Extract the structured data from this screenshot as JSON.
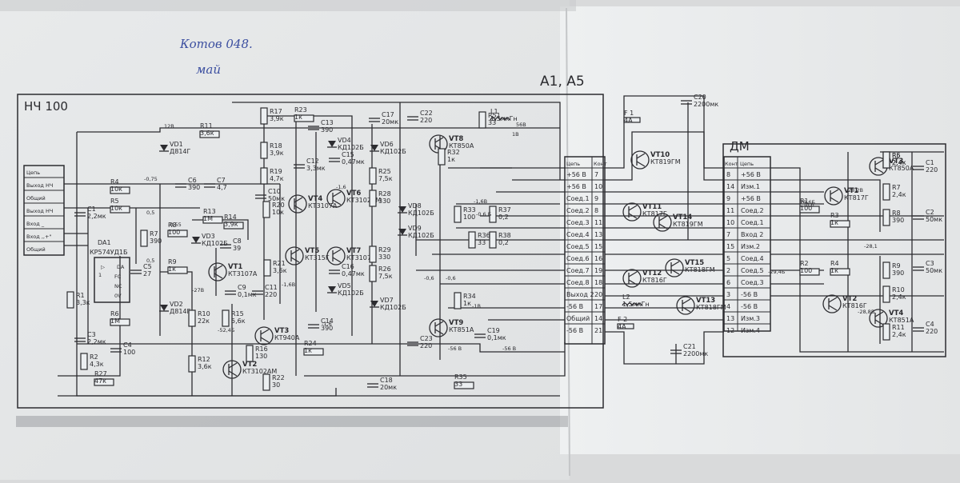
{
  "handwriting": {
    "line1": "Котов  048.",
    "line2": "май"
  },
  "block_title": "НЧ 100",
  "section_a": "A1, A5",
  "section_dm": "ДМ",
  "input_connector": {
    "labels": [
      "Цепь",
      "Выход НЧ",
      "Общий",
      "Выход НЧ",
      "Вход _",
      "Вход ,,+\"",
      "Общий"
    ]
  },
  "main_connector": {
    "header": [
      "Цепь",
      "Конт"
    ],
    "rows": [
      [
        "+56 В",
        "7"
      ],
      [
        "+56 В",
        "10"
      ],
      [
        "Соед.1",
        "9"
      ],
      [
        "Соед.2",
        "8"
      ],
      [
        "Соед.3",
        "11"
      ],
      [
        "Соед.4",
        "13"
      ],
      [
        "Соед.5",
        "15"
      ],
      [
        "Соед.6",
        "16"
      ],
      [
        "Соед.7",
        "19"
      ],
      [
        "Соед.8",
        "18"
      ],
      [
        "Выход 2",
        "20"
      ],
      [
        "-56 В",
        "17"
      ],
      [
        "Общий",
        "14"
      ],
      [
        "-56 В",
        "21"
      ]
    ]
  },
  "dm_connector": {
    "header": [
      "Конт",
      "Цепь"
    ],
    "rows": [
      [
        "8",
        "+56 В"
      ],
      [
        "14",
        "Изм.1"
      ],
      [
        "9",
        "+56 В"
      ],
      [
        "11",
        "Соед.2"
      ],
      [
        "10",
        "Соед.1"
      ],
      [
        "7",
        "Вход 2"
      ],
      [
        "15",
        "Изм.2"
      ],
      [
        "5",
        "Соед.4"
      ],
      [
        "2",
        "Соед.5"
      ],
      [
        "6",
        "Соед.3"
      ],
      [
        "3",
        "-56 В"
      ],
      [
        "4",
        "-56 В"
      ],
      [
        "13",
        "Изм.3"
      ],
      [
        "12",
        "Изм.4"
      ]
    ]
  },
  "components": {
    "DA1": [
      "DA1",
      "КР574УД1Б"
    ],
    "VD1": [
      "VD1",
      "Д814Г"
    ],
    "VD2": [
      "VD2",
      "Д814Г"
    ],
    "VD3": [
      "VD3",
      "КД102Б"
    ],
    "VD4": [
      "VD4",
      "КД102Б"
    ],
    "VD5": [
      "VD5",
      "КД102Б"
    ],
    "VD6": [
      "VD6",
      "КД102Б"
    ],
    "VD7": [
      "VD7",
      "КД102Б"
    ],
    "VD8": [
      "VD8",
      "КД102Б"
    ],
    "VD9": [
      "VD9",
      "КД102Б"
    ],
    "VT1": [
      "VT1",
      "КТ3107А"
    ],
    "VT2": [
      "VT2",
      "КТ3102АМ"
    ],
    "VT3": [
      "VT3",
      "КТ940А"
    ],
    "VT4": [
      "VT4",
      "КТ3107А"
    ],
    "VT5": [
      "VT5",
      "КТ315Г"
    ],
    "VT6": [
      "VT6",
      "КТ3102АМ"
    ],
    "VT7": [
      "VT7",
      "КТ3107А"
    ],
    "VT8": [
      "VT8",
      "КТ850А"
    ],
    "VT9": [
      "VT9",
      "КТ851А"
    ],
    "VT10": [
      "VT10",
      "КТ819ГМ"
    ],
    "VT11": [
      "VT11",
      "КТ817Г"
    ],
    "VT12": [
      "VT12",
      "КТ816Г"
    ],
    "VT13": [
      "VT13",
      "КТ818ГМ"
    ],
    "VT14": [
      "VT14",
      "КТ819ГМ"
    ],
    "VT15": [
      "VT15",
      "КТ818ГМ"
    ],
    "DM_VT1": [
      "VT1",
      "КТ817Г"
    ],
    "DM_VT2": [
      "VT2",
      "КТ816Г"
    ],
    "DM_VT3": [
      "VT3",
      "КТ850А"
    ],
    "DM_VT4": [
      "VT4",
      "КТ851А"
    ],
    "R1": [
      "R1",
      "3,3к"
    ],
    "R2": [
      "R2",
      "4,3к"
    ],
    "R3": [
      "R3",
      ""
    ],
    "R4": [
      "R4",
      "10к"
    ],
    "R5": [
      "R5",
      "10к"
    ],
    "R6": [
      "R6",
      "1М"
    ],
    "R7": [
      "R7",
      "390"
    ],
    "R8": [
      "R8",
      "100"
    ],
    "R9": [
      "R9",
      "1к"
    ],
    "R10": [
      "R10",
      "22к"
    ],
    "R11": [
      "R11",
      "3,6к"
    ],
    "R12": [
      "R12",
      "3,6к"
    ],
    "R13": [
      "R13",
      "1М"
    ],
    "R14": [
      "R14",
      "3,9к"
    ],
    "R15": [
      "R15",
      "5,6к"
    ],
    "R16": [
      "R16",
      "130"
    ],
    "R17": [
      "R17",
      "3,9к"
    ],
    "R18": [
      "R18",
      "3,9к"
    ],
    "R19": [
      "R19",
      "4,7к"
    ],
    "R20": [
      "R20",
      "10к"
    ],
    "R21": [
      "R21",
      "3,6к"
    ],
    "R22": [
      "R22",
      "30"
    ],
    "R23": [
      "R23",
      "1к"
    ],
    "R24": [
      "R24",
      "1к"
    ],
    "R25": [
      "R25",
      "7,5к"
    ],
    "R26": [
      "R26",
      "7,5к"
    ],
    "R27": [
      "R27",
      "47к"
    ],
    "R28": [
      "R28",
      "330"
    ],
    "R29": [
      "R29",
      "330"
    ],
    "R32": [
      "R32",
      "1к"
    ],
    "R33": [
      "R33",
      "100"
    ],
    "R34": [
      "R34",
      "1к"
    ],
    "R35": [
      "R35",
      "33"
    ],
    "R36": [
      "R36",
      "33"
    ],
    "R37": [
      "R37",
      "0,2"
    ],
    "R38": [
      "R38",
      "0,2"
    ],
    "R51": [
      "R51",
      "33"
    ],
    "C1": [
      "C1",
      "2,2мк"
    ],
    "C3": [
      "C3",
      "2,2мк"
    ],
    "C4": [
      "C4",
      "100"
    ],
    "C5": [
      "C5",
      "27"
    ],
    "C6": [
      "C6",
      "390"
    ],
    "C7": [
      "C7",
      "4,7"
    ],
    "C8": [
      "C8",
      "39"
    ],
    "C9": [
      "C9",
      "0,1мк"
    ],
    "C10": [
      "C10",
      "50мк"
    ],
    "C11": [
      "C11",
      "220"
    ],
    "C12": [
      "C12",
      "3,3мк"
    ],
    "C13": [
      "C13",
      "390"
    ],
    "C14": [
      "C14",
      "390"
    ],
    "C15": [
      "C15",
      "0,47мк"
    ],
    "C16": [
      "C16",
      "0,47мк"
    ],
    "C17": [
      "C17",
      "20мк"
    ],
    "C18": [
      "C18",
      "20мк"
    ],
    "C19": [
      "C19",
      "0,1мк"
    ],
    "C20": [
      "C20",
      "2200мк"
    ],
    "C21": [
      "C21",
      "2200мк"
    ],
    "C22": [
      "C22",
      "220"
    ],
    "C23": [
      "C23",
      "220"
    ],
    "L1": [
      "L1",
      "1,5мкГн"
    ],
    "L2": [
      "L2",
      "1,5мкГн"
    ],
    "F1": [
      "F 1",
      "4А"
    ],
    "F2": [
      "F 2",
      "4А"
    ],
    "DM_R1": [
      "R1",
      "100"
    ],
    "DM_R2": [
      "R2",
      "100"
    ],
    "DM_R3": [
      "R3",
      "1к"
    ],
    "DM_R4": [
      "R4",
      "1к"
    ],
    "DM_R5": [
      "R5",
      "2,4к"
    ],
    "DM_R6": [
      "R6",
      "2,4к"
    ],
    "DM_R7": [
      "R7",
      "2,4к"
    ],
    "DM_R8": [
      "R8",
      "390"
    ],
    "DM_R9": [
      "R9",
      "390"
    ],
    "DM_R10": [
      "R10",
      "2,4к"
    ],
    "DM_R11": [
      "R11",
      "2,4к"
    ],
    "DM_C1": [
      "C1",
      "220"
    ],
    "DM_C2": [
      "C2",
      "50мк"
    ],
    "DM_C3": [
      "C3",
      "50мк"
    ],
    "DM_C4": [
      "C4",
      "220"
    ]
  },
  "annotations": [
    "12В",
    "-0,75",
    "0,5",
    "0,5",
    "-0,55",
    "-27В",
    "-52,4Б",
    "-1,6В",
    "-1,6",
    "-0,6",
    "-0,6",
    "-1В",
    "-0,6 Б",
    "-56 В",
    "-56 В",
    "-1,6",
    "56В",
    "1В",
    "-1,6В",
    "28,2В",
    "-0,6",
    "-29,4Б",
    "-28,8В",
    "29,6Б",
    "-28,1"
  ]
}
